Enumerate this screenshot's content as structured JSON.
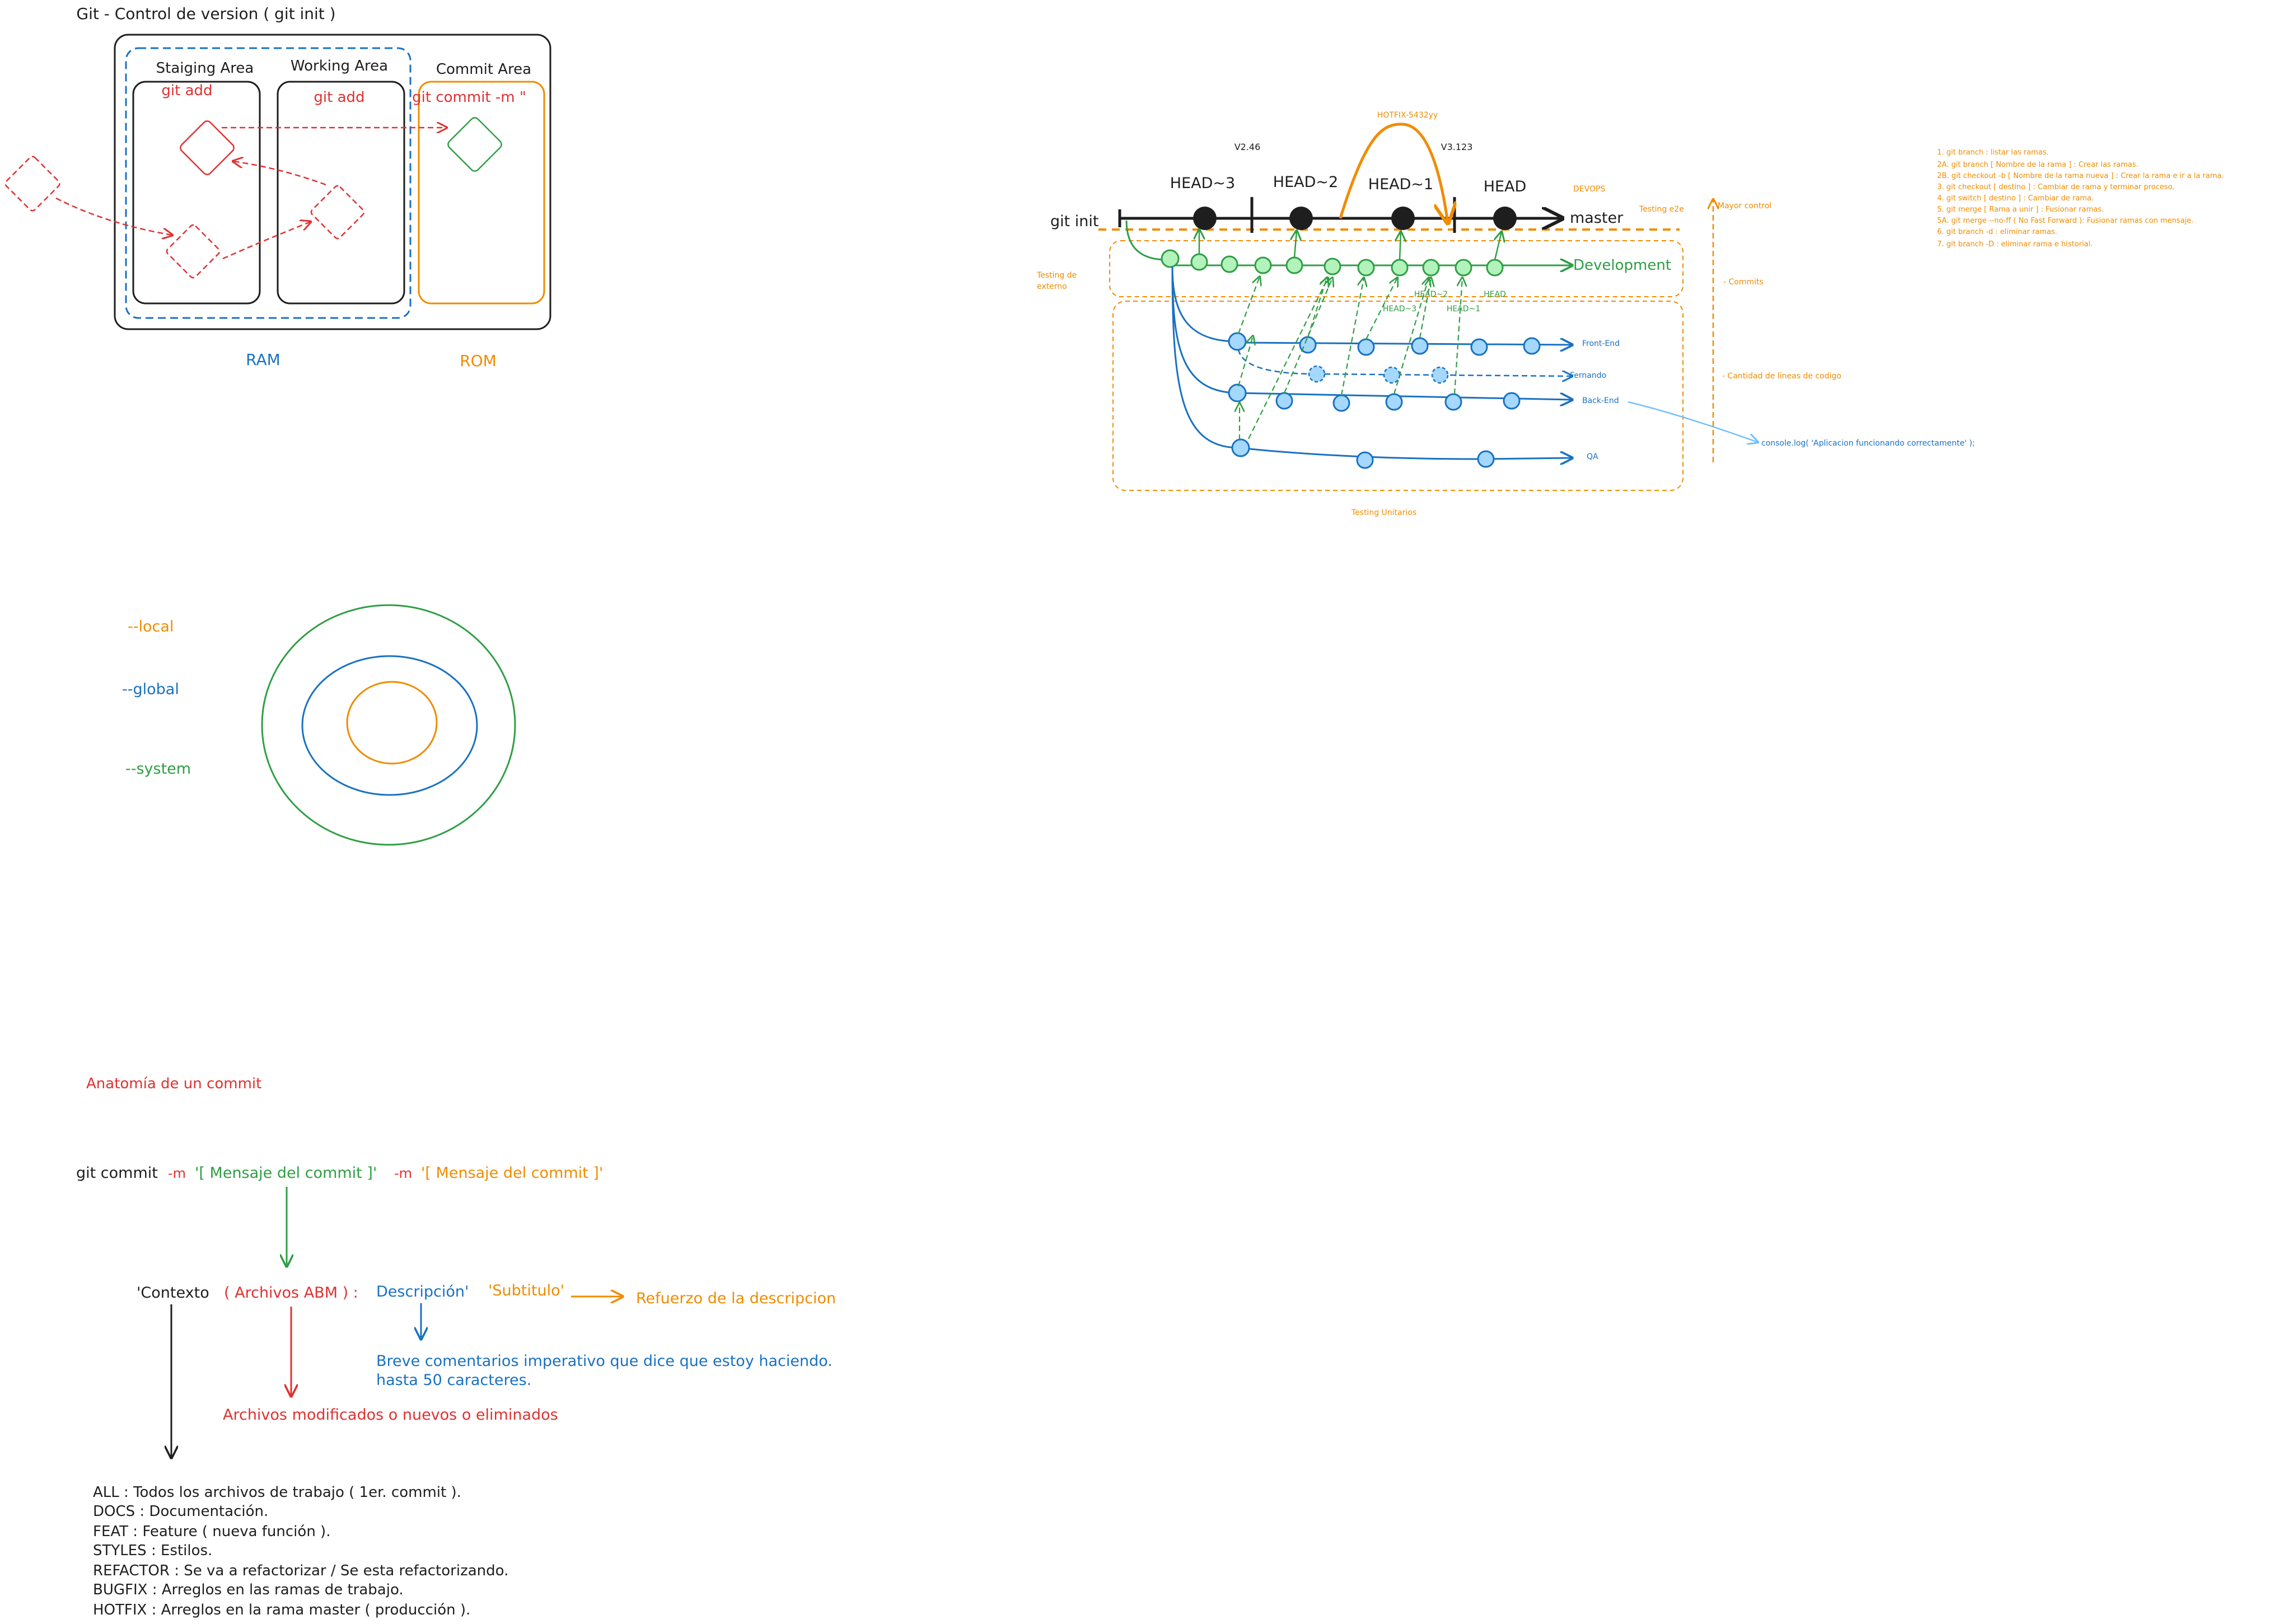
{
  "colors": {
    "black": "#1e1e1e",
    "red": "#e03131",
    "green": "#2f9e44",
    "blue": "#1971c2",
    "orange": "#f08c00",
    "lightgreen": "#b2f2bb",
    "lightblue": "#a5d8ff"
  },
  "git_areas": {
    "title": "Git - Control de version ( git init )",
    "staging_label": "Staiging Area",
    "working_label": "Working Area",
    "commit_label": "Commit Area",
    "git_add_1": "git add",
    "git_add_2": "git add",
    "git_commit": "git commit -m \"",
    "ram": "RAM",
    "rom": "ROM"
  },
  "config_levels": {
    "local": "--local",
    "global": "--global",
    "system": "--system"
  },
  "branch_diagram": {
    "git_init": "git init",
    "master": "master",
    "head_3": "HEAD~3",
    "head_2": "HEAD~2",
    "head_1": "HEAD~1",
    "head": "HEAD",
    "v246": "V2.46",
    "v3123": "V3.123",
    "hotfix": "HOTFIX-5432yy",
    "devops": "DEVOPS",
    "testing_e2e": "Testing e2e",
    "testing_externo": "Testing de\nexterno",
    "development": "Development",
    "dev_head_3": "HEAD~3",
    "dev_head_2": "HEAD~2",
    "dev_head_1": "HEAD~1",
    "dev_head": "HEAD",
    "front_end": "Front-End",
    "fernando": "Fernando",
    "back_end": "Back-End",
    "qa": "QA",
    "testing_unitarios": "Testing Unitarios",
    "mayor_control": "Mayor control",
    "commits": "- Commits",
    "cantidad_lineas": "- Cantidad de lineas de codigo",
    "console_log": "console.log( 'Aplicacion funcionando correctamente' );"
  },
  "commands": [
    "1. git branch : listar las ramas.",
    "2A. git branch [ Nombre de la rama ] : Crear las ramas.",
    "2B. git checkout -b [ Nombre de la rama nueva ] : Crear la rama e ir a la rama.",
    "3. git checkout [ destino ] : Cambiar de rama y terminar proceso.",
    "4. git switch [ destino ] : Cambiar de rama.",
    "5. git merge [ Rama a unir ] : Fusionar ramas.",
    "5A. git merge --no-ff ( No Fast Forward ): Fusionar ramas con mensaje.",
    "6. git branch -d : eliminar ramas.",
    "7. git branch -D : eliminar rama e historial."
  ],
  "anatomy": {
    "title": "Anatomía de un commit",
    "git_commit": "git commit",
    "m1": "-m",
    "msg1": "'[ Mensaje del commit ]'",
    "m2": "-m",
    "msg2": "'[ Mensaje del commit ]'",
    "contexto": "'Contexto",
    "archivos": "( Archivos ABM ) :",
    "descripcion": "Descripción'",
    "subtitulo": "'Subtitulo'",
    "refuerzo": "Refuerzo de la descripcion",
    "breve_1": "Breve comentarios imperativo que dice que estoy haciendo.",
    "breve_2": "hasta 50 caracteres.",
    "archivos_mod": "Archivos modificados o nuevos o eliminados",
    "types": [
      "ALL : Todos los archivos de trabajo ( 1er. commit ).",
      "DOCS : Documentación.",
      "FEAT : Feature ( nueva función ).",
      "STYLES : Estilos.",
      "REFACTOR : Se va a refactorizar / Se esta refactorizando.",
      "BUGFIX : Arreglos en las ramas de trabajo.",
      "HOTFIX : Arreglos en la rama master ( producción )."
    ]
  }
}
